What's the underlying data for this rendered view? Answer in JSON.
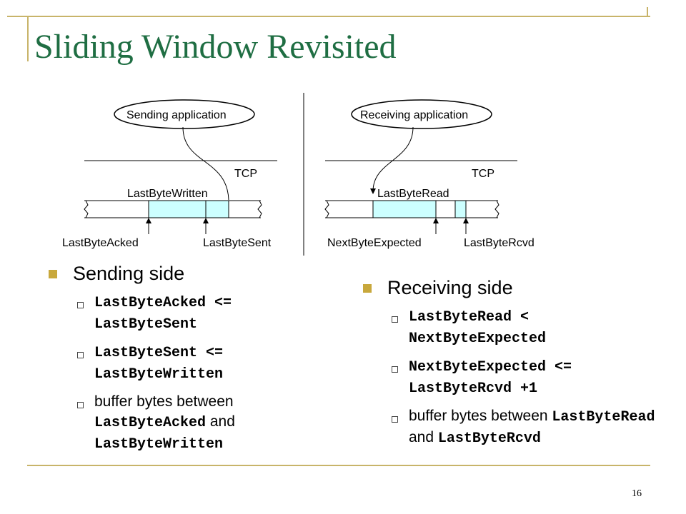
{
  "slide": {
    "title": "Sliding Window Revisited",
    "page_number": "16",
    "accent_color": "#c8b46a",
    "title_color": "#1f6e43"
  },
  "diagram": {
    "sender": {
      "app_label": "Sending application",
      "tcp_label": "TCP",
      "last_byte_written": "LastByteWritten",
      "last_byte_acked": "LastByteAcked",
      "last_byte_sent": "LastByteSent"
    },
    "receiver": {
      "app_label": "Receiving application",
      "tcp_label": "TCP",
      "last_byte_read": "LastByteRead",
      "next_byte_expected": "NextByteExpected",
      "last_byte_rcvd": "LastByteRcvd"
    },
    "buffer_color": "#ccffff"
  },
  "sending_side": {
    "heading": "Sending side",
    "items": [
      {
        "a": "LastByteAcked",
        "op": " <= ",
        "b": "LastByteSent"
      },
      {
        "a": "LastByteSent",
        "op": " <= ",
        "b": "LastByteWritten"
      },
      {
        "pre": "buffer bytes between ",
        "a": "LastByteAcked",
        "mid": " and ",
        "b": "LastByteWritten"
      }
    ]
  },
  "receiving_side": {
    "heading": "Receiving side",
    "items": [
      {
        "a": "LastByteRead",
        "op": " < ",
        "b": "NextByteExpected"
      },
      {
        "a": "NextByteExpected",
        "op": " <= ",
        "b": "LastByteRcvd +1"
      },
      {
        "pre": "buffer bytes between ",
        "a": "LastByteRead",
        "mid": " and ",
        "b": "LastByteRcvd"
      }
    ]
  }
}
